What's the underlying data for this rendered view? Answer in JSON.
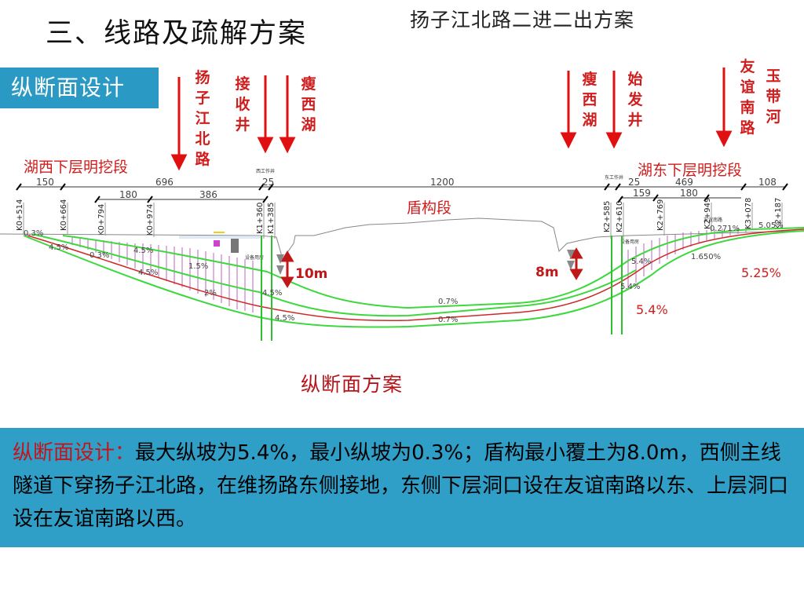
{
  "header": {
    "title": "三、线路及疏解方案",
    "subtitle": "扬子江北路二进二出方案"
  },
  "section_label": "纵断面设计",
  "top_labels": [
    "扬子江北路",
    "接收井",
    "瘦西湖",
    "瘦西湖",
    "始发井",
    "友谊南路",
    "玉带河"
  ],
  "segments": {
    "west": "湖西下层明挖段",
    "middle": "盾构段",
    "east": "湖东下层明挖段"
  },
  "dims_top": [
    "150",
    "696",
    "25",
    "1200",
    "25",
    "469",
    "108"
  ],
  "dims_bottom": [
    "180",
    "386",
    "159",
    "180"
  ],
  "stations": [
    "K0+514",
    "K0+664",
    "K0+794",
    "K0+974",
    "K1+360",
    "K1+385",
    "K2+585",
    "K2+610",
    "K2+769",
    "K2+949",
    "K3+078",
    "K2+187"
  ],
  "grades": [
    "0.3%",
    "4.5%",
    "0.3%",
    "4.5%",
    "4.5%",
    "1.5%",
    "2%",
    "4.5%",
    "4.5%",
    "0.7%",
    "0.7%",
    "5.4%",
    "5.4%",
    "1.650%",
    "0.271%",
    "5.05%"
  ],
  "cover": {
    "west": "10m",
    "east": "8m"
  },
  "right_grades": {
    "upper": "5.25%",
    "lower": "5.4%"
  },
  "small_labels": {
    "west_well": "西工作井",
    "east_well": "东工作井",
    "equip_west": "设备用房",
    "equip_east": "设备用房",
    "youyi": "友谊南路"
  },
  "caption": "纵断面方案",
  "description": {
    "lead": "纵断面设计：",
    "body": "最大纵坡为5.4%，最小纵坡为0.3%；盾构最小覆土为8.0m，西侧主线隧道下穿扬子江北路，在维扬路东侧接地，东侧下层洞口设在友谊南路以东、上层洞口设在友谊南路以西。"
  }
}
